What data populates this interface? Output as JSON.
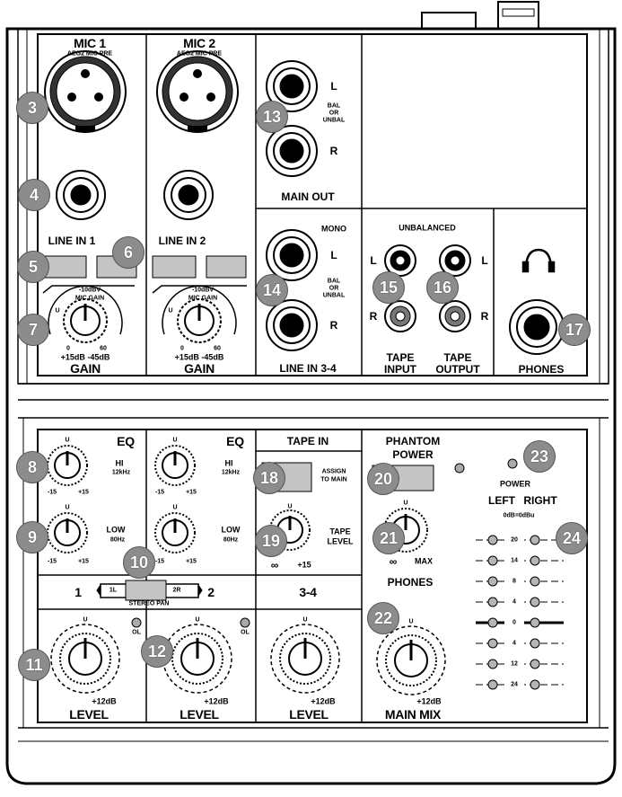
{
  "channels": {
    "ch1": {
      "mic": "MIC 1",
      "pre": "AEG2 MIC PRE",
      "line": "LINE IN 1",
      "gain": "GAIN",
      "gain_top": "-10dBV",
      "gain_mid": "MIC GAIN",
      "gain_u": "U",
      "gain_0": "0",
      "gain_60": "60",
      "gain_range": "+15dB -45dB",
      "eq": "EQ",
      "hi": "HI",
      "hi_freq": "12kHz",
      "low": "LOW",
      "low_freq": "80Hz",
      "minus15": "-15",
      "plus15": "+15",
      "knob_u": "U",
      "number": "1",
      "ol": "OL",
      "level": "LEVEL",
      "level_max": "+12dB"
    },
    "ch2": {
      "mic": "MIC 2",
      "pre": "AEG2 MIC PRE",
      "line": "LINE IN 2",
      "gain": "GAIN",
      "gain_top": "-10dBV",
      "gain_mid": "MIC GAIN",
      "gain_u": "U",
      "gain_0": "0",
      "gain_60": "60",
      "gain_range": "+15dB -45dB",
      "eq": "EQ",
      "hi": "HI",
      "hi_freq": "12kHz",
      "low": "LOW",
      "low_freq": "80Hz",
      "minus15": "-15",
      "plus15": "+15",
      "knob_u": "U",
      "number": "2",
      "ol": "OL",
      "level": "LEVEL",
      "level_max": "+12dB"
    }
  },
  "outputs": {
    "main_out": "MAIN OUT",
    "bal": "BAL",
    "or": "OR",
    "unbal": "UNBAL",
    "l": "L",
    "r": "R",
    "mono": "MONO",
    "line34": "LINE IN 3-4",
    "unbalanced": "UNBALANCED",
    "tape_input_1": "TAPE",
    "tape_input_2": "INPUT",
    "tape_output_1": "TAPE",
    "tape_output_2": "OUTPUT",
    "phones": "PHONES"
  },
  "tape_in": {
    "title": "TAPE IN",
    "assign_1": "ASSIGN",
    "assign_2": "TO MAIN",
    "tape_1": "TAPE",
    "tape_2": "LEVEL",
    "u": "U",
    "inf": "∞",
    "plus15": "+15",
    "number": "3-4",
    "level": "LEVEL",
    "level_max": "+12dB"
  },
  "master": {
    "phantom_1": "PHANTOM",
    "phantom_2": "POWER",
    "power": "POWER",
    "left": "LEFT",
    "right": "RIGHT",
    "odb": "0dB=0dBu",
    "phones": "PHONES",
    "max": "MAX",
    "inf": "∞",
    "u": "U",
    "main_mix": "MAIN MIX",
    "level_max": "+12dB",
    "meter_labels": [
      "20",
      "14",
      "8",
      "4",
      "0",
      "4",
      "12",
      "24"
    ]
  },
  "pan": {
    "l": "1L",
    "r": "2R",
    "label": "STEREO PAN"
  },
  "callouts": [
    "3",
    "4",
    "5",
    "6",
    "7",
    "8",
    "9",
    "10",
    "11",
    "12",
    "13",
    "14",
    "15",
    "16",
    "17",
    "18",
    "19",
    "20",
    "21",
    "22",
    "23",
    "24"
  ],
  "icons": {
    "headphones": "headphones-icon",
    "xlr": "xlr-socket-icon",
    "jack": "jack-socket-icon",
    "rca": "rca-socket-icon",
    "knob": "knob-icon",
    "led": "led-icon",
    "switch": "switch-icon",
    "bracket": "bracket-icon"
  }
}
